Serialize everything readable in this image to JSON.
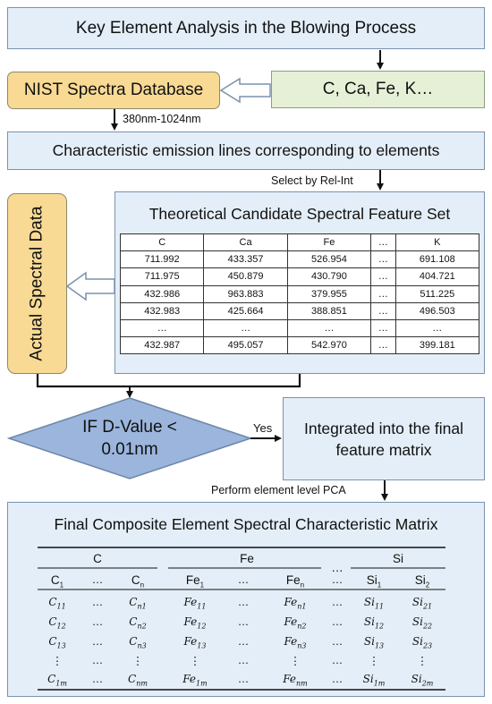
{
  "boxes": {
    "title": "Key Element Analysis in the Blowing Process",
    "nist": "NIST Spectra Database",
    "elements": "C, Ca, Fe, K…",
    "char_lines": "Characteristic emission lines corresponding to elements",
    "candidate_set": "Theoretical Candidate Spectral Feature Set",
    "actual_data": "Actual Spectral Data",
    "decision_line1": "IF D-Value <",
    "decision_line2": "0.01nm",
    "integrated_line1": "Integrated into the final",
    "integrated_line2": "feature matrix",
    "final_matrix": "Final Composite Element Spectral Characteristic Matrix"
  },
  "labels": {
    "range": "380nm-1024nm",
    "select": "Select by Rel-Int",
    "yes": "Yes",
    "pca": "Perform element level PCA"
  },
  "candidate_table": {
    "header": [
      "C",
      "Ca",
      "Fe",
      "…",
      "K"
    ],
    "rows": [
      [
        "711.992",
        "433.357",
        "526.954",
        "…",
        "691.108"
      ],
      [
        "711.975",
        "450.879",
        "430.790",
        "…",
        "404.721"
      ],
      [
        "432.986",
        "963.883",
        "379.955",
        "…",
        "511.225"
      ],
      [
        "432.983",
        "425.664",
        "388.851",
        "…",
        "496.503"
      ],
      [
        "…",
        "…",
        "…",
        "…",
        "…"
      ],
      [
        "432.987",
        "495.057",
        "542.970",
        "…",
        "399.181"
      ]
    ]
  },
  "final_table": {
    "groups": [
      "C",
      "Fe",
      "…",
      "Si"
    ],
    "subheader": {
      "c1": "C",
      "c1_sub": "1",
      "dots": "…",
      "cn": "C",
      "cn_sub": "n",
      "fe1": "Fe",
      "fe1_sub": "1",
      "fen": "Fe",
      "fen_sub": "n",
      "si1": "Si",
      "si1_sub": "1",
      "si2": "Si",
      "si2_sub": "2"
    },
    "cells": {
      "c11": "C",
      "c11_s": "11",
      "c12": "C",
      "c12_s": "12",
      "c13": "C",
      "c13_s": "13",
      "c1m": "C",
      "c1m_s": "1m",
      "cn1": "C",
      "cn1_s": "n1",
      "cn2": "C",
      "cn2_s": "n2",
      "cn3": "C",
      "cn3_s": "n3",
      "cnm": "C",
      "cnm_s": "nm",
      "fe11": "Fe",
      "fe11_s": "11",
      "fe12": "Fe",
      "fe12_s": "12",
      "fe13": "Fe",
      "fe13_s": "13",
      "fe1m": "Fe",
      "fe1m_s": "1m",
      "fen1": "Fe",
      "fen1_s": "n1",
      "fen2": "Fe",
      "fen2_s": "n2",
      "fen3": "Fe",
      "fen3_s": "n3",
      "fenm": "Fe",
      "fenm_s": "nm",
      "si11": "Si",
      "si11_s": "11",
      "si12": "Si",
      "si12_s": "12",
      "si13": "Si",
      "si13_s": "13",
      "si1m": "Si",
      "si1m_s": "1m",
      "si21": "Si",
      "si21_s": "21",
      "si22": "Si",
      "si22_s": "22",
      "si23": "Si",
      "si23_s": "23",
      "si2m": "Si",
      "si2m_s": "2m",
      "dots": "…",
      "vdots": "⋮"
    }
  },
  "colors": {
    "box_fill": "#e4eef8",
    "box_border": "#7a92ad",
    "nist_fill": "#f9da94",
    "elements_fill": "#e6f0d7",
    "decision_fill": "#9bb5dc",
    "arrow": "#111111"
  }
}
